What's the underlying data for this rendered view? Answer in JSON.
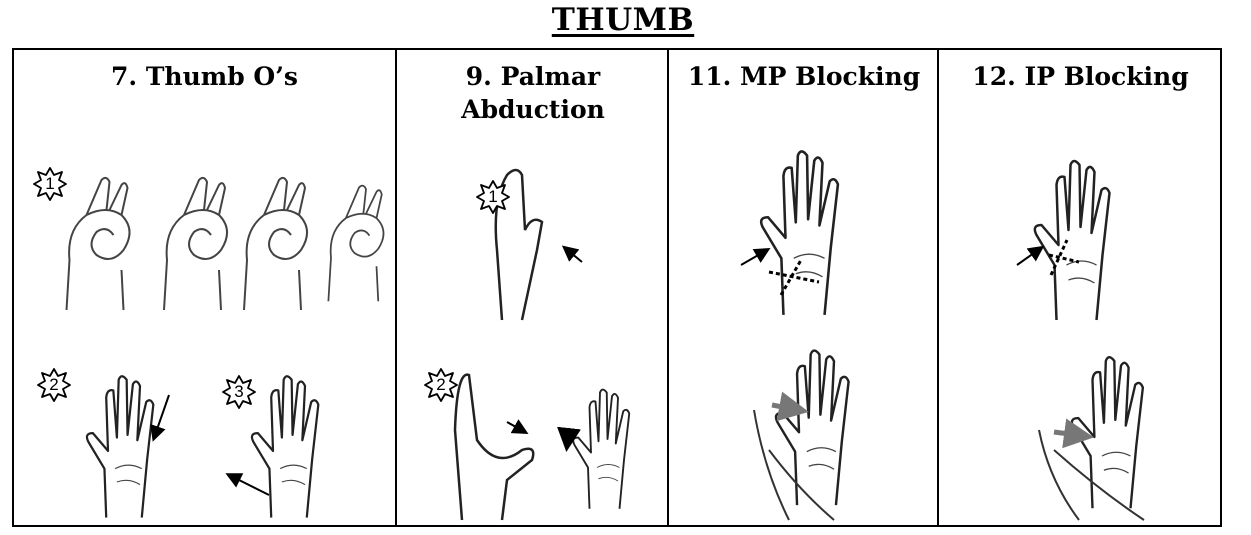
{
  "title": "THUMB",
  "columns": [
    {
      "header": "7. Thumb O’s",
      "badges": [
        "1",
        "2",
        "3"
      ]
    },
    {
      "header": "9. Palmar Abduction",
      "badges": [
        "1",
        "2"
      ]
    },
    {
      "header": "11. MP Blocking"
    },
    {
      "header": "12. IP Blocking"
    }
  ]
}
